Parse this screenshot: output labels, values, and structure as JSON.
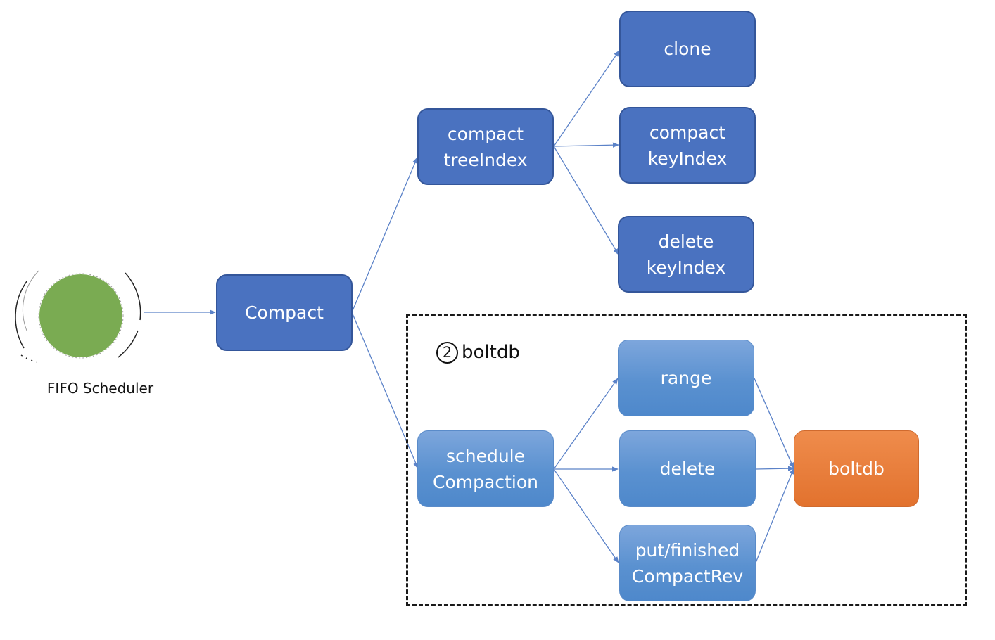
{
  "scheduler": {
    "label": "FIFO Scheduler",
    "color": "#7aab52"
  },
  "nodes": {
    "compact": {
      "line1": "Compact"
    },
    "compact_treeindex": {
      "line1": "compact",
      "line2": "treeIndex"
    },
    "clone": {
      "line1": "clone"
    },
    "compact_keyindex": {
      "line1": "compact",
      "line2": "keyIndex"
    },
    "delete_keyindex": {
      "line1": "delete",
      "line2": "keyIndex"
    },
    "schedule_compaction": {
      "line1": "schedule",
      "line2": "Compaction"
    },
    "range": {
      "line1": "range"
    },
    "delete": {
      "line1": "delete"
    },
    "put_finished": {
      "line1": "put/finished",
      "line2": "CompactRev"
    },
    "boltdb": {
      "line1": "boltdb"
    }
  },
  "group": {
    "number": "2",
    "title": "boltdb"
  },
  "edges": [
    {
      "from": "FIFO Scheduler",
      "to": "Compact"
    },
    {
      "from": "Compact",
      "to": "compact treeIndex"
    },
    {
      "from": "Compact",
      "to": "schedule Compaction"
    },
    {
      "from": "compact treeIndex",
      "to": "clone"
    },
    {
      "from": "compact treeIndex",
      "to": "compact keyIndex"
    },
    {
      "from": "compact treeIndex",
      "to": "delete keyIndex"
    },
    {
      "from": "schedule Compaction",
      "to": "range"
    },
    {
      "from": "schedule Compaction",
      "to": "delete"
    },
    {
      "from": "schedule Compaction",
      "to": "put/finished CompactRev"
    },
    {
      "from": "range",
      "to": "boltdb"
    },
    {
      "from": "delete",
      "to": "boltdb"
    },
    {
      "from": "put/finished CompactRev",
      "to": "boltdb"
    }
  ],
  "colors": {
    "primary_node": "#4a72c0",
    "secondary_node": "#5a91d0",
    "target_node": "#e67a38",
    "edge": "#5b82c8"
  }
}
